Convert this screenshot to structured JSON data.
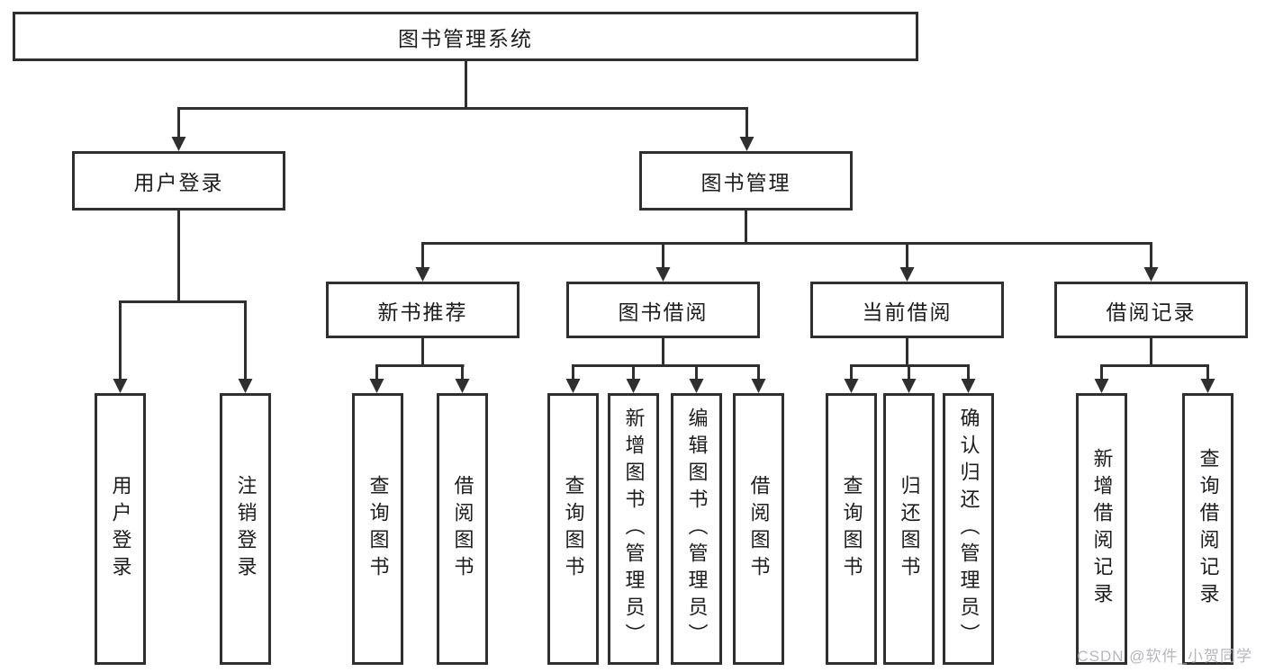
{
  "diagram": {
    "root": {
      "label": "图书管理系统"
    },
    "branches": [
      {
        "label": "用户登录",
        "children": [
          {
            "label": "用户登录"
          },
          {
            "label": "注销登录"
          }
        ]
      },
      {
        "label": "图书管理",
        "children": [
          {
            "label": "新书推荐",
            "children": [
              {
                "label": "查询图书"
              },
              {
                "label": "借阅图书"
              }
            ]
          },
          {
            "label": "图书借阅",
            "children": [
              {
                "label": "查询图书"
              },
              {
                "label": "新增图书（管理员）"
              },
              {
                "label": "编辑图书（管理员）"
              },
              {
                "label": "借阅图书"
              }
            ]
          },
          {
            "label": "当前借阅",
            "children": [
              {
                "label": "查询图书"
              },
              {
                "label": "归还图书"
              },
              {
                "label": "确认归还（管理员）"
              }
            ]
          },
          {
            "label": "借阅记录",
            "children": [
              {
                "label": "新增借阅记录"
              },
              {
                "label": "查询借阅记录"
              }
            ]
          }
        ]
      }
    ]
  },
  "watermark": {
    "text": "CSDN @软件_小贺同学"
  },
  "colors": {
    "line": "#2f2f2f",
    "text": "#1d1d1f",
    "watermark": "#b6b6bc",
    "background": "#ffffff"
  }
}
